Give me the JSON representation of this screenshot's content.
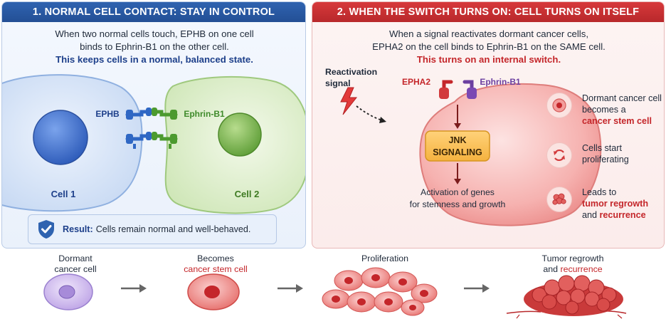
{
  "left_panel": {
    "title": "1. NORMAL CELL CONTACT: STAY IN CONTROL",
    "desc_line1": "When two normal cells touch, EPHB on one cell",
    "desc_line2": "binds to Ephrin-B1 on the other cell.",
    "desc_emphasis": "This keeps cells in a normal, balanced state.",
    "receptor_label": "EPHB",
    "ligand_label": "Ephrin-B1",
    "cell1_label": "Cell 1",
    "cell2_label": "Cell 2",
    "result_label": "Result:",
    "result_text": "Cells remain normal and well-behaved.",
    "shield_icon": "shield-check-icon"
  },
  "right_panel": {
    "title": "2. WHEN THE SWITCH TURNS ON: CELL TURNS ON ITSELF",
    "desc_line1": "When a signal reactivates dormant cancer cells,",
    "desc_line2": "EPHA2 on the cell binds to Ephrin-B1 on the SAME cell.",
    "desc_emphasis": "This turns on an internal switch.",
    "signal_label_1": "Reactivation",
    "signal_label_2": "signal",
    "receptor_label": "EPHA2",
    "ligand_label": "Ephrin-B1",
    "pathway_line1": "JNK",
    "pathway_line2": "SIGNALING",
    "outcome_line1": "Activation of genes",
    "outcome_line2": "for stemness and growth",
    "side_items": [
      {
        "icon": "cell-icon",
        "line1": "Dormant cancer cell",
        "line2": "becomes a",
        "highlight": "cancer stem cell",
        "line4": ""
      },
      {
        "icon": "cycle-arrows-icon",
        "line1": "Cells start",
        "line2": "proliferating",
        "highlight": "",
        "line4": ""
      },
      {
        "icon": "tumor-cluster-icon",
        "line1": "Leads to",
        "line2": "",
        "highlight": "tumor regrowth",
        "line4": "and",
        "highlight2": "recurrence"
      }
    ]
  },
  "stages": [
    {
      "line1": "Dormant",
      "line2": "cancer cell",
      "line2_red": false
    },
    {
      "line1": "Becomes",
      "line2": "cancer stem cell",
      "line2_red": true
    },
    {
      "line1": "Proliferation",
      "line2": "",
      "line2_red": false
    },
    {
      "line1": "Tumor regrowth",
      "line2_prefix": "and",
      "line2": "recurrence",
      "line2_red": true
    }
  ],
  "colors": {
    "blue_header": "#2f63b0",
    "red_header": "#c4262a",
    "epha2": "#c4262a",
    "ephrin_right": "#6b3fa0",
    "ephb": "#2f67c4",
    "ephrin_left": "#3e8a2a"
  }
}
